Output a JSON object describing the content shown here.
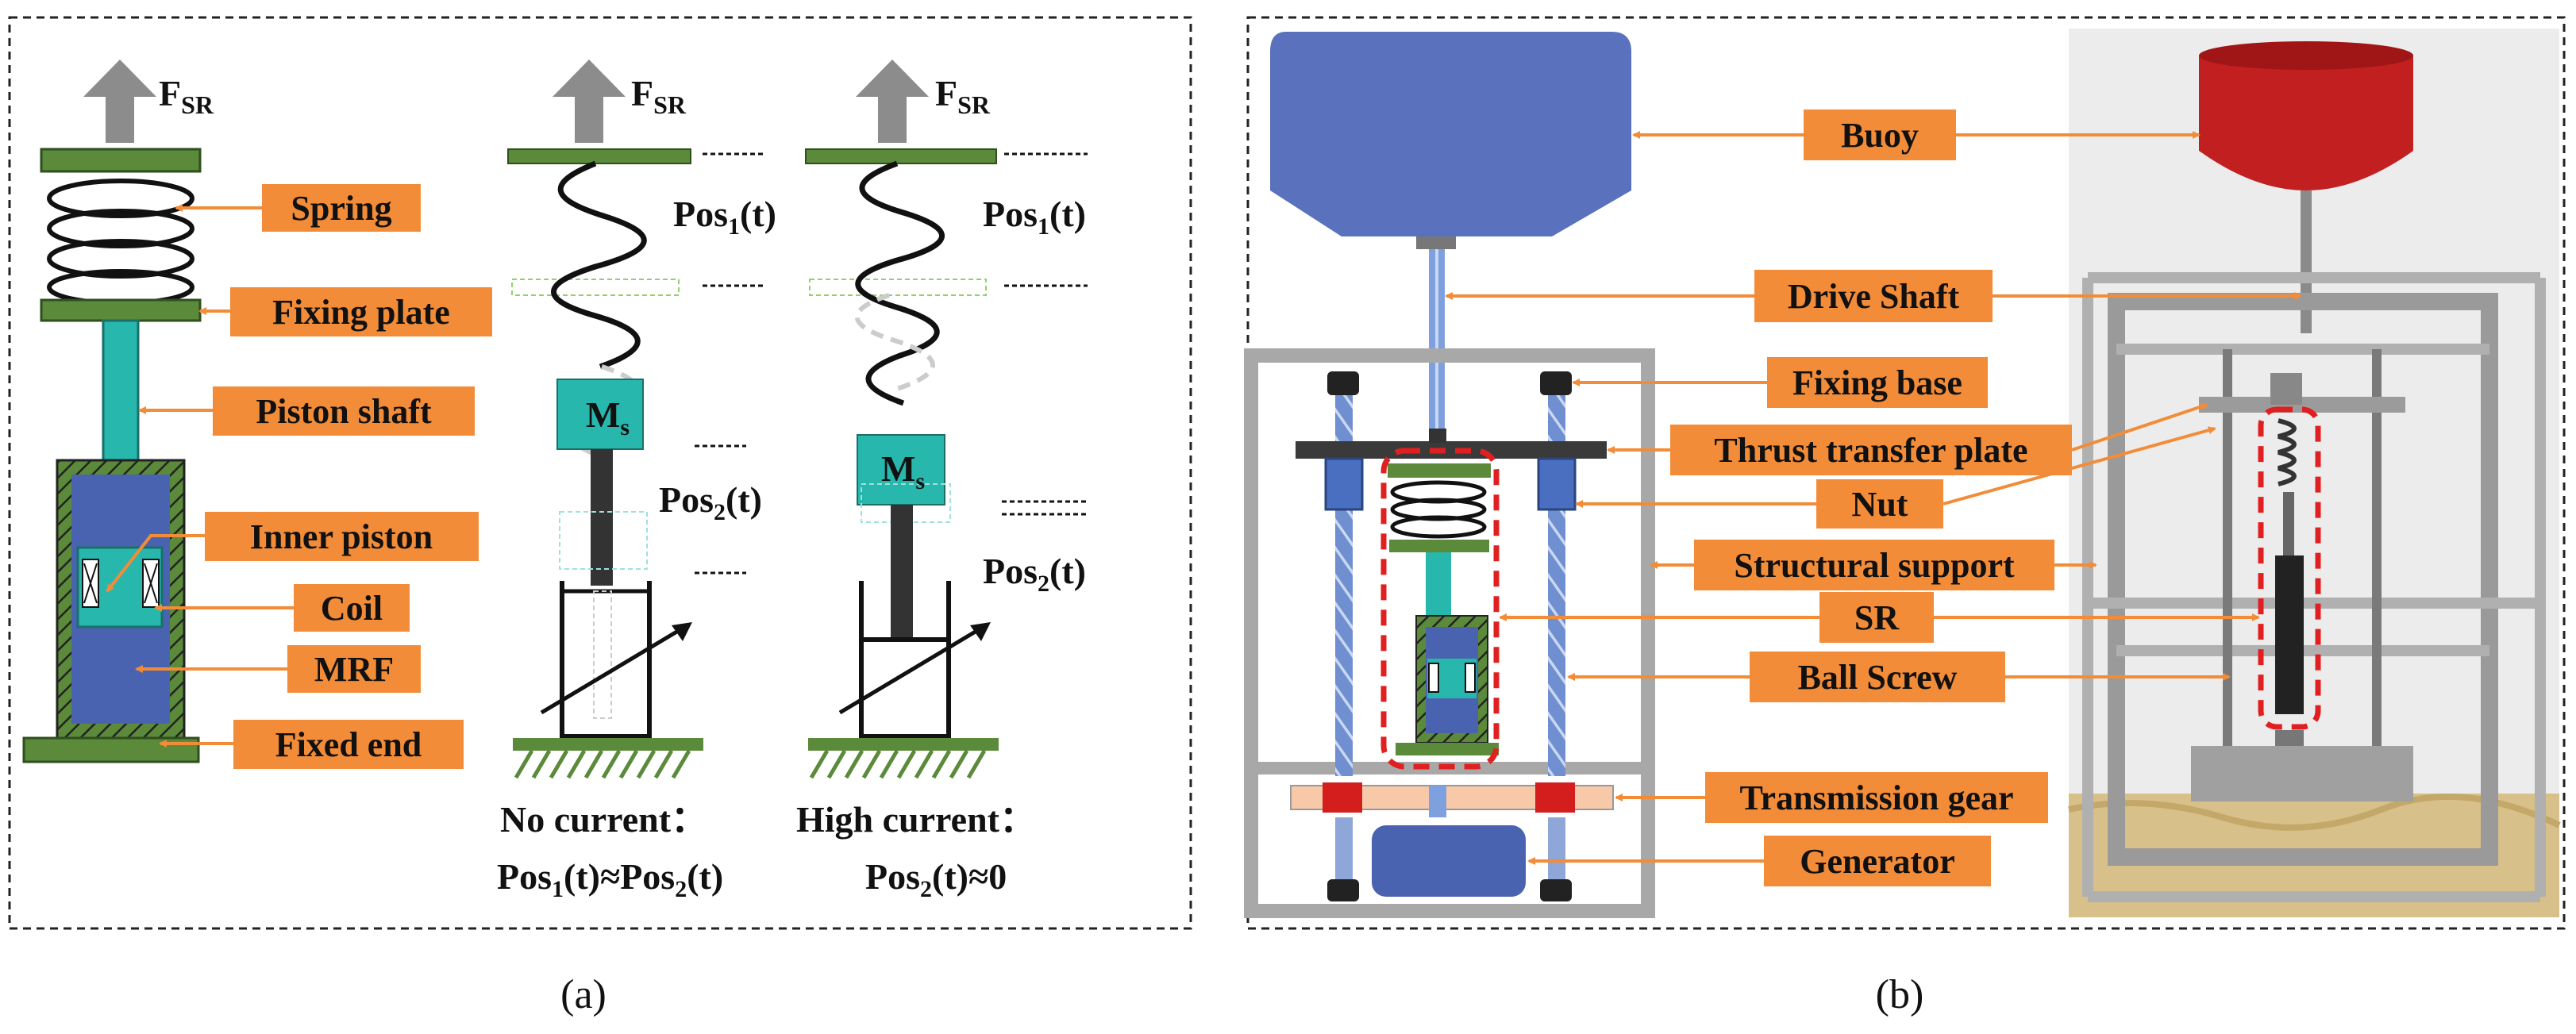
{
  "panel_a": {
    "caption": "(a)",
    "force_label": "F",
    "force_sub": "SR",
    "labels": {
      "spring": "Spring",
      "fixing_plate": "Fixing plate",
      "piston_shaft": "Piston shaft",
      "inner_piston": "Inner piston",
      "coil": "Coil",
      "mrf": "MRF",
      "fixed_end": "Fixed end"
    },
    "mass_label": "M",
    "mass_sub": "s",
    "pos1": {
      "base": "Pos",
      "sub": "1",
      "suffix": "(t)"
    },
    "pos2": {
      "base": "Pos",
      "sub": "2",
      "suffix": "(t)"
    },
    "no_current": {
      "title": "No current：",
      "eq_a": "Pos",
      "eq_a_sub": "1",
      "eq_mid": "(t)≈Pos",
      "eq_b_sub": "2",
      "eq_end": "(t)"
    },
    "high_current": {
      "title": "High current：",
      "eq_a": "Pos",
      "eq_a_sub": "2",
      "eq_end": "(t)≈0"
    }
  },
  "panel_b": {
    "caption": "(b)",
    "labels": {
      "buoy": "Buoy",
      "drive_shaft": "Drive Shaft",
      "fixing_base": "Fixing base",
      "thrust_plate": "Thrust transfer plate",
      "nut": "Nut",
      "structural_support": "Structural support",
      "sr": "SR",
      "ball_screw": "Ball Screw",
      "transmission_gear": "Transmission gear",
      "generator": "Generator"
    }
  },
  "colors": {
    "label_bg": "#f28c38",
    "green": "#5a8a3a",
    "teal": "#27b7ad",
    "blue": "#4a63b0",
    "buoy_blue": "#5a72bd",
    "arrow_gray": "#8c8c8c",
    "red_dash": "#e02020"
  }
}
